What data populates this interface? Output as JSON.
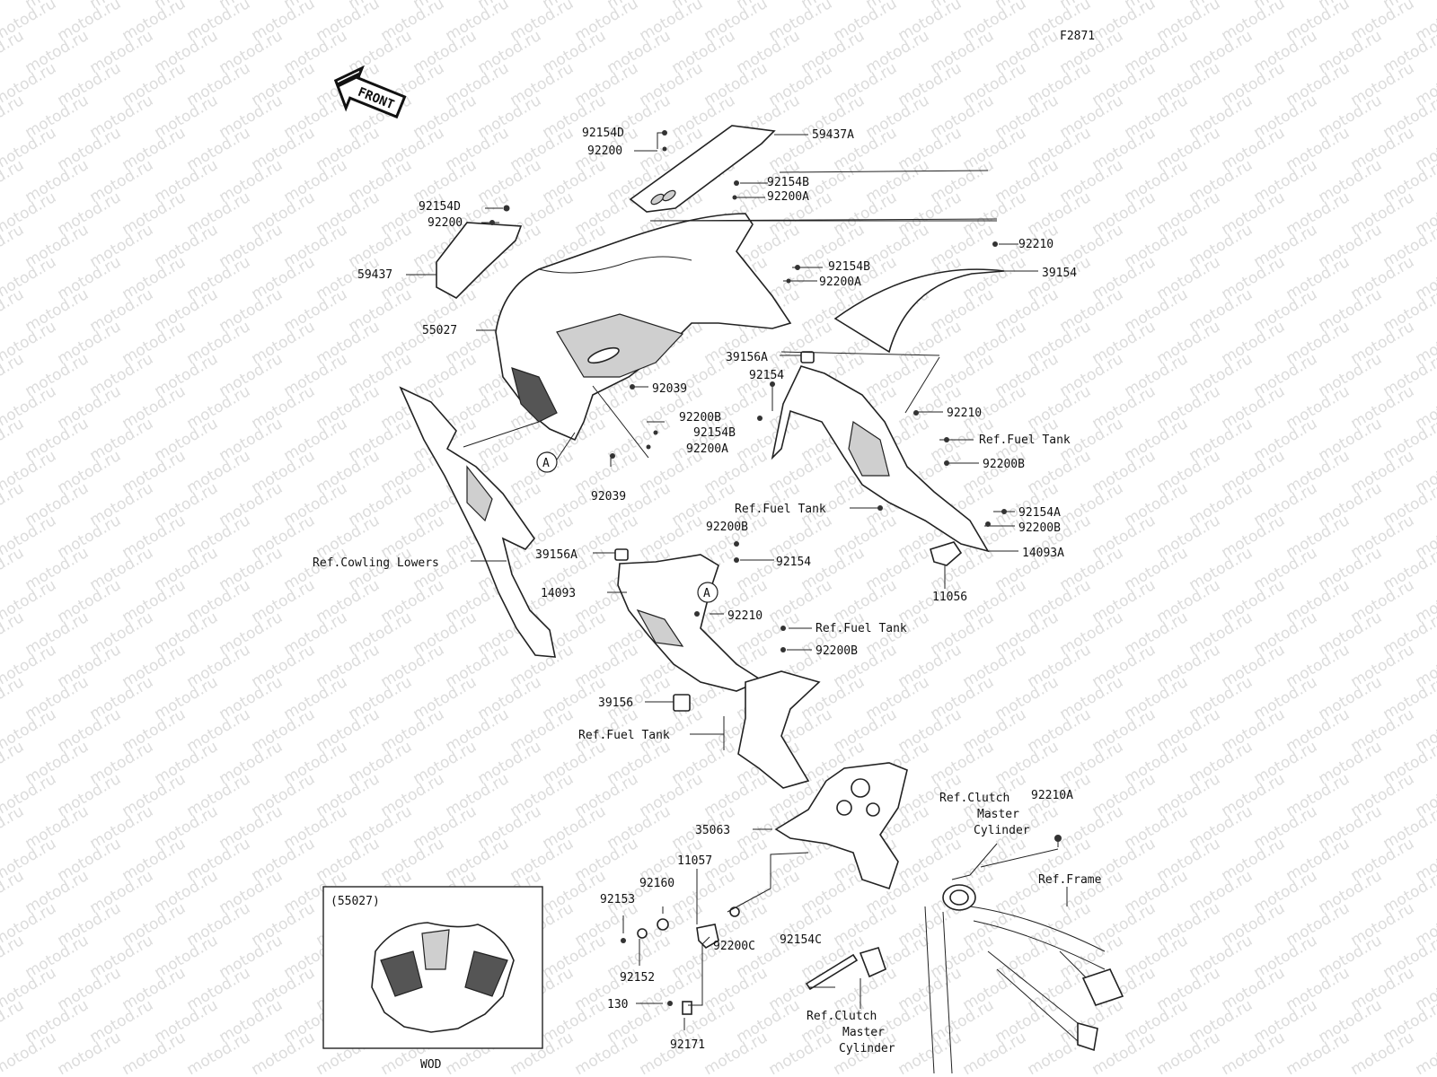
{
  "figure_code": "F2871",
  "front_arrow": "FRONT",
  "watermark": "motod.ru",
  "inset": {
    "title": "(55027)",
    "caption": "WOD"
  },
  "callout_letter": "A",
  "labels": {
    "p92154D_top": "92154D",
    "p92200_top": "92200",
    "p59437A": "59437A",
    "p92154B_top": "92154B",
    "p92200A_top": "92200A",
    "p92154D_left": "92154D",
    "p92200_left": "92200",
    "p92210_top": "92210",
    "p39154": "39154",
    "p59437": "59437",
    "p92154B_mid": "92154B",
    "p92200A_mid": "92200A",
    "p55027": "55027",
    "p39156A_top": "39156A",
    "p92154_top": "92154",
    "p92039_mid": "92039",
    "p92200B_mid": "92200B",
    "p92154B_low": "92154B",
    "p92200A_low": "92200A",
    "p92210_mid": "92210",
    "ref_fuel_tank_1": "Ref.Fuel Tank",
    "p92200B_right": "92200B",
    "p92039_low": "92039",
    "ref_fuel_tank_2": "Ref.Fuel Tank",
    "p92154A": "92154A",
    "p92200B_right2": "92200B",
    "p92200B_center": "92200B",
    "p14093A": "14093A",
    "p39156A_low": "39156A",
    "p92154_low": "92154",
    "ref_cowling_lowers": "Ref.Cowling Lowers",
    "p11056": "11056",
    "p14093": "14093",
    "p92210_low": "92210",
    "ref_fuel_tank_3": "Ref.Fuel Tank",
    "p92200B_low": "92200B",
    "p39156": "39156",
    "ref_fuel_tank_4": "Ref.Fuel Tank",
    "ref_clutch_1_l1": "Ref.Clutch",
    "ref_clutch_1_l2": "Master",
    "ref_clutch_1_l3": "Cylinder",
    "p92210A": "92210A",
    "p35063": "35063",
    "p11057": "11057",
    "ref_frame": "Ref.Frame",
    "p92160": "92160",
    "p92153": "92153",
    "p92200C": "92200C",
    "p92154C": "92154C",
    "p92152": "92152",
    "p130": "130",
    "ref_clutch_2_l1": "Ref.Clutch",
    "ref_clutch_2_l2": "Master",
    "ref_clutch_2_l3": "Cylinder",
    "p92171": "92171"
  }
}
